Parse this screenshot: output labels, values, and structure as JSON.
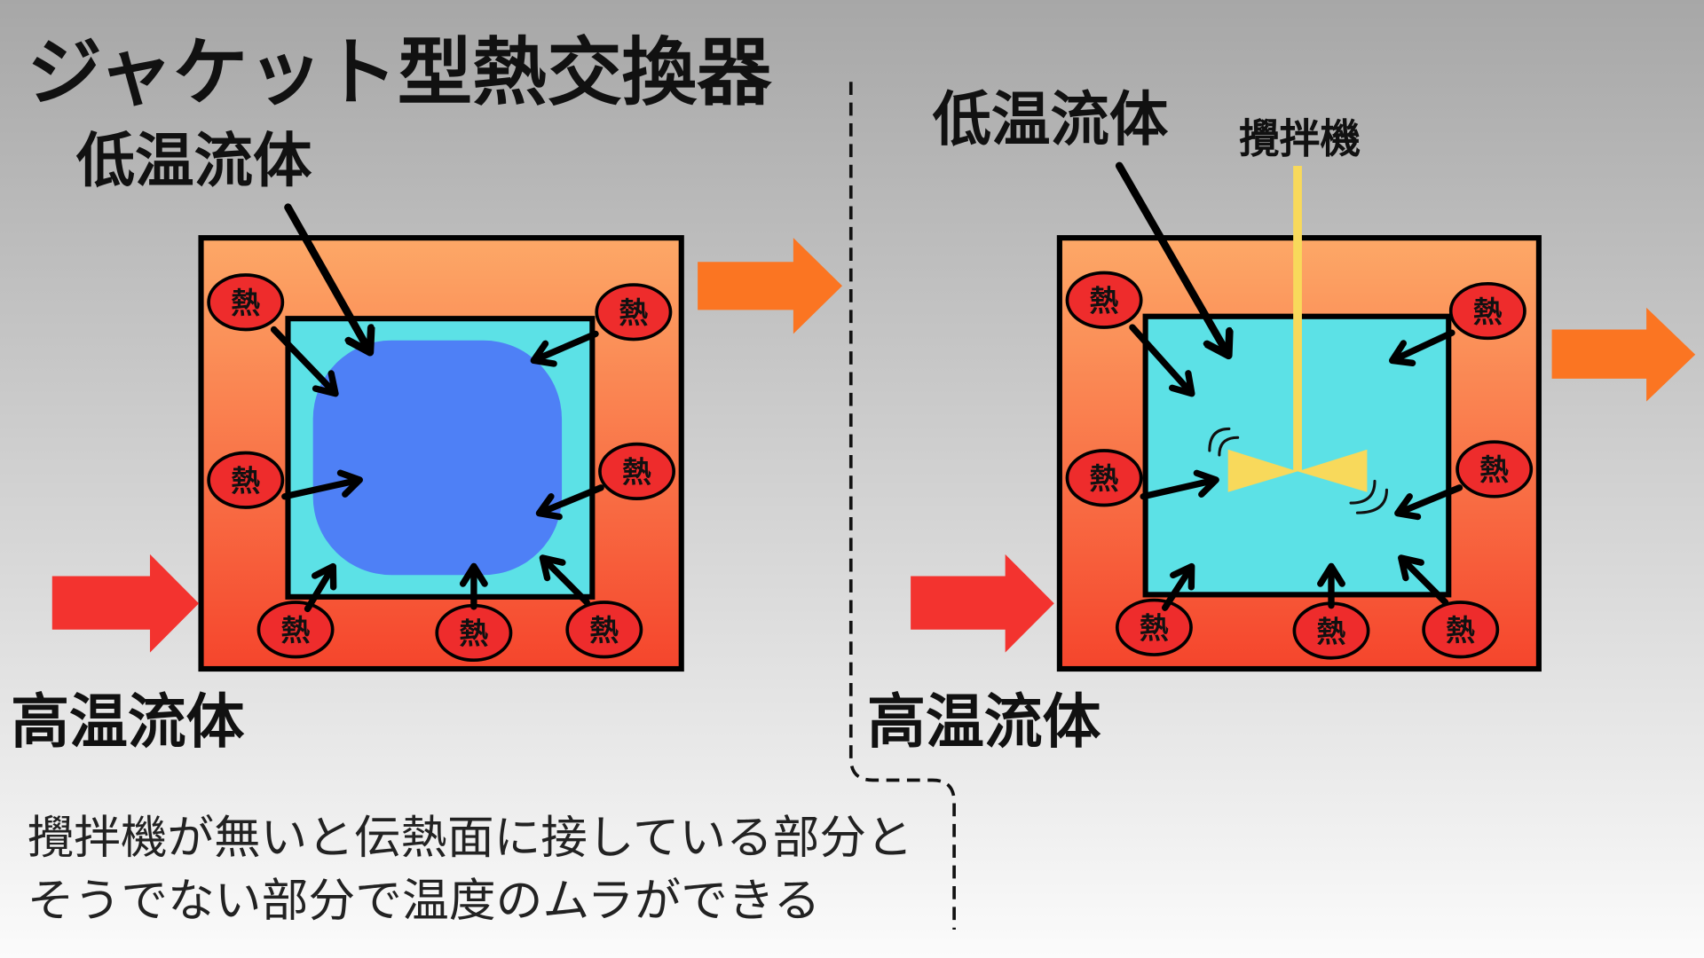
{
  "title": "ジャケット型熱交換器",
  "left_diagram": {
    "cold_fluid_label": "低温流体",
    "hot_fluid_label": "高温流体",
    "heat_label": "熱"
  },
  "right_diagram": {
    "cold_fluid_label": "低温流体",
    "hot_fluid_label": "高温流体",
    "stirrer_label": "攪拌機",
    "heat_label": "熱"
  },
  "caption": {
    "line1": "攪拌機が無いと伝熱面に接している部分と",
    "line2": "そうでない部分で温度のムラができる"
  },
  "colors": {
    "background_top": "#a7a7a7",
    "background_bottom": "#fbfbfb",
    "jacket_top": "#fda867",
    "jacket_bottom": "#f5452c",
    "vessel_fluid": "#5ce1e6",
    "cold_zone": "#4e80f6",
    "inlet_arrow": "#f3332f",
    "outlet_arrow": "#fb7522",
    "stirrer": "#f8d95b",
    "heat_badge": "#ee2c2c"
  }
}
